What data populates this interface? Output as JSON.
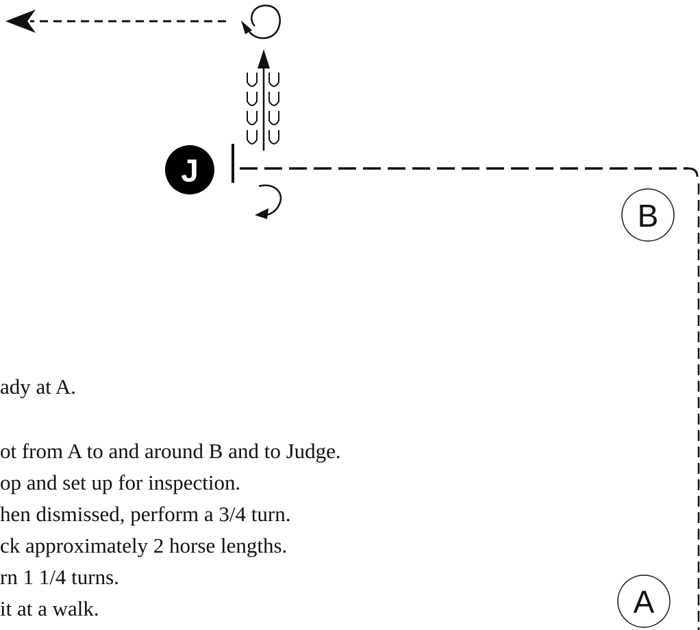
{
  "markers": {
    "judge": "J",
    "b": "B",
    "a": "A"
  },
  "instructions": [
    "ady at A.",
    "ot from A to and around B and to Judge.",
    "op and set up for inspection.",
    "hen dismissed, perform a 3/4 turn.",
    "ck approximately 2 horse lengths.",
    "rn 1 1/4 turns.",
    "it at a walk."
  ],
  "colors": {
    "ink": "#111111",
    "judge_fill": "#000000",
    "judge_text": "#ffffff"
  }
}
